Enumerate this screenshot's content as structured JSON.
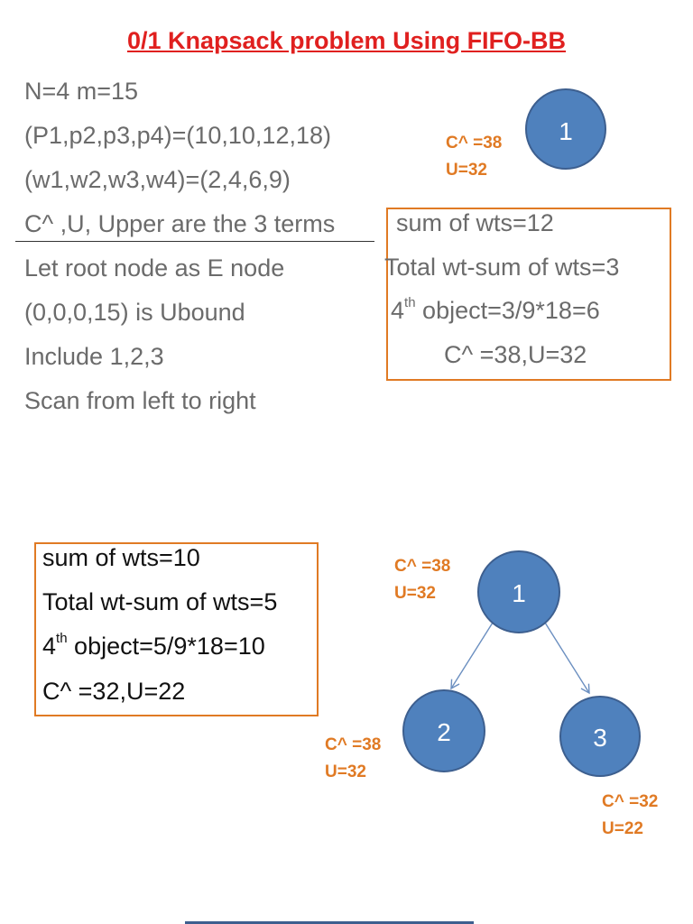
{
  "title": "0/1 Knapsack problem Using FIFO-BB",
  "lines": [
    "N=4 m=15",
    "(P1,p2,p3,p4)=(10,10,12,18)",
    "(w1,w2,w3,w4)=(2,4,6,9)",
    "C^  ,U, Upper are the 3 terms",
    "Let root node as E node",
    "(0,0,0,15) is Ubound",
    "Include 1,2,3",
    "Scan from left to right"
  ],
  "box1": {
    "sum": "sum of wts=12",
    "total": "Total wt-sum of wts=3",
    "fourth_sup": "th",
    "fourth_pre": "4",
    "fourth_post": " object=3/9*18=6",
    "cu": "C^  =38,U=32"
  },
  "box2": {
    "sum": "sum of wts=10",
    "total": "Total wt-sum of wts=5",
    "fourth_pre": "4",
    "fourth_sup": "th",
    "fourth_post": " object=5/9*18=10",
    "cu": "C^  =32,U=22"
  },
  "top_node": {
    "label": "1",
    "c": "C^  =38",
    "u": "U=32"
  },
  "tree": {
    "nodes": [
      {
        "label": "1",
        "c": "C^  =38",
        "u": "U=32"
      },
      {
        "label": "2",
        "c": "C^  =38",
        "u": "U=32"
      },
      {
        "label": "3",
        "c": "C^  =32",
        "u": "U=22"
      }
    ]
  },
  "colors": {
    "title": "#e0201f",
    "body_text": "#6b6b6b",
    "box_border": "#e07a24",
    "node_fill": "#4f81bd",
    "node_stroke": "#3d5f8f",
    "label_orange": "#e07a24",
    "edge": "#6b8fc0"
  }
}
